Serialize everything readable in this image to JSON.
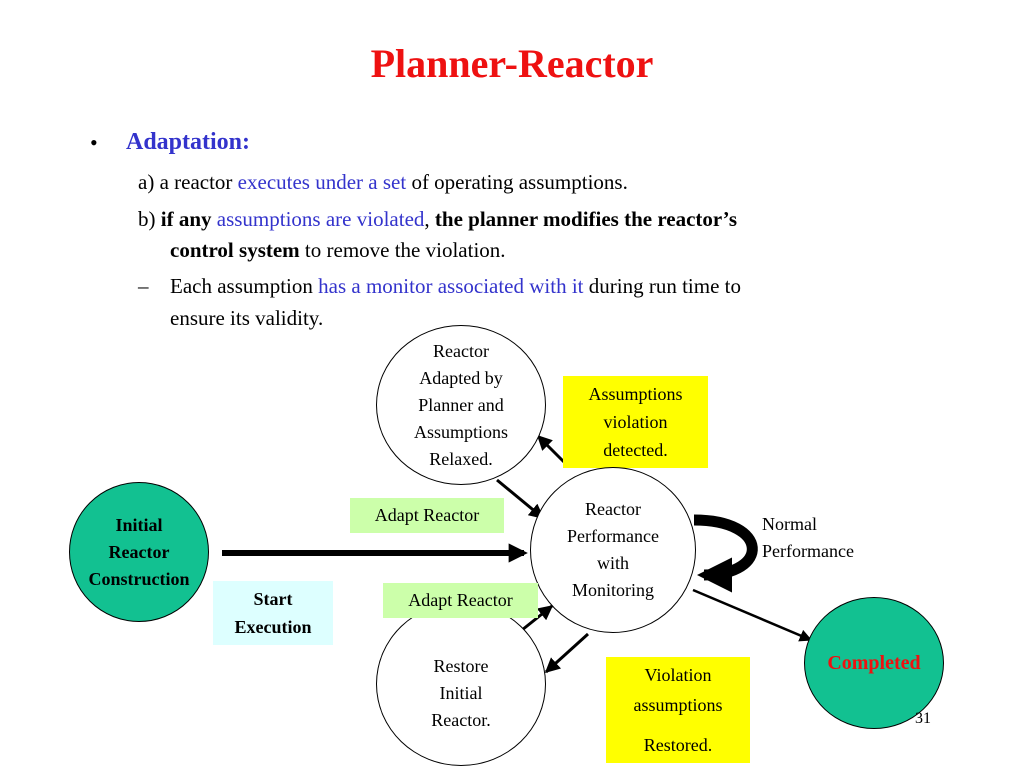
{
  "slide": {
    "title": "Planner-Reactor",
    "page_number": "31"
  },
  "bullet": {
    "marker": "•",
    "heading": "Adaptation:"
  },
  "lines": {
    "a": {
      "prefix": "a) a reactor ",
      "blue": "executes under a set",
      "suffix": " of operating assumptions."
    },
    "b": {
      "prefix": "b) ",
      "bold1": "if any",
      "blue": " assumptions are violated",
      "comma": ", ",
      "bold2": "the planner modifies the reactor’s",
      "bold3": "control system",
      "suffix": " to remove the violation."
    },
    "c": {
      "dash": "–",
      "prefix": "Each assumption ",
      "blue": "has a monitor associated with it",
      "suffix": " during run time to",
      "line2": "ensure its validity."
    }
  },
  "diagram": {
    "initial": [
      "Initial",
      "Reactor",
      "Construction"
    ],
    "start_execution": [
      "Start",
      "Execution"
    ],
    "adapted": [
      "Reactor",
      "Adapted by",
      "Planner and",
      "Assumptions",
      "Relaxed."
    ],
    "assumptions_violation": [
      "Assumptions",
      "violation",
      "detected."
    ],
    "adapt_reactor_top": "Adapt Reactor",
    "adapt_reactor_bottom": "Adapt Reactor",
    "performance": [
      "Reactor",
      "Performance",
      "with",
      "Monitoring"
    ],
    "normal_performance": [
      "Normal",
      "Performance"
    ],
    "restore": [
      "Restore",
      "Initial",
      "Reactor."
    ],
    "violation_restored": [
      "Violation",
      "assumptions",
      "Restored."
    ],
    "completed": "Completed",
    "colors": {
      "title": "#ee1111",
      "blue_text": "#3333cc",
      "green_node": "#12c191",
      "yellow_box": "#ffff00",
      "light_green_box": "#ccffaa",
      "light_cyan_box": "#ddffff",
      "completed_text": "#ee1111"
    }
  }
}
